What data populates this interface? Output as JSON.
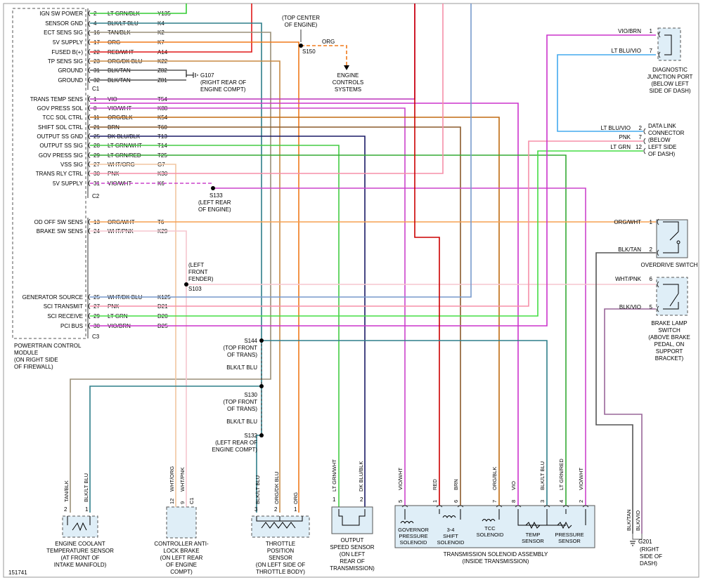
{
  "colors": {
    "ltgrn_blk": "#33cc33",
    "blk_ltblu": "#2f7f8a",
    "tan_blk": "#9a8f78",
    "org": "#f07a1c",
    "red_wht": "#e01818",
    "org_dkblu": "#c88a44",
    "blk_tan": "#555555",
    "vio": "#cc44cc",
    "vio_wht": "#cc44cc",
    "org_blk": "#c06a10",
    "brn": "#8b5a2b",
    "dkblu_blk": "#1a1a66",
    "ltgrn_wht": "#44cc44",
    "ltgrn_red": "#33aa33",
    "wht_org": "#f2c6a0",
    "pnk": "#f58fa8",
    "vio_brn": "#cc33cc",
    "org_wht": "#f5a050",
    "wht_pnk": "#f5c6cf",
    "wht_dkblu": "#7799cc",
    "ltgrn": "#44dd44",
    "ltblu_vio": "#44aaee",
    "red": "#cc0000",
    "blk_vio": "#996699"
  },
  "pcm": {
    "pins": [
      {
        "label": "IGN SW POWER",
        "num": "2",
        "color": "LT GRN/BLK",
        "circuit": "Y135"
      },
      {
        "label": "SENSOR GND",
        "num": "4",
        "color": "BLK/LT BLU",
        "circuit": "K4"
      },
      {
        "label": "ECT SENS SIG",
        "num": "16",
        "color": "TAN/BLK",
        "circuit": "K2"
      },
      {
        "label": "5V SUPPLY",
        "num": "17",
        "color": "ORG",
        "circuit": "K7"
      },
      {
        "label": "FUSED B(+)",
        "num": "22",
        "color": "RED/WHT",
        "circuit": "A14"
      },
      {
        "label": "TP SENS SIG",
        "num": "23",
        "color": "ORG/DK BLU",
        "circuit": "K22"
      },
      {
        "label": "GROUND",
        "num": "31",
        "color": "BLK/TAN",
        "circuit": "Z82"
      },
      {
        "label": "GROUND",
        "num": "32",
        "color": "BLK/TAN",
        "circuit": "Z81"
      },
      {
        "label": "TRANS TEMP SENS",
        "num": "1",
        "color": "VIO",
        "circuit": "T54"
      },
      {
        "label": "GOV PRESS SOL",
        "num": "8",
        "color": "VIO/WHT",
        "circuit": "K88"
      },
      {
        "label": "TCC SOL CTRL",
        "num": "11",
        "color": "ORG/BLK",
        "circuit": "K54"
      },
      {
        "label": "SHIFT SOL CTRL",
        "num": "21",
        "color": "BRN",
        "circuit": "T60"
      },
      {
        "label": "OUTPUT SS GND",
        "num": "25",
        "color": "DK BLU/BLK",
        "circuit": "T13"
      },
      {
        "label": "OUTPUT SS SIG",
        "num": "28",
        "color": "LT GRN/WHT",
        "circuit": "T14"
      },
      {
        "label": "GOV PRESS SIG",
        "num": "29",
        "color": "LT GRN/RED",
        "circuit": "T25"
      },
      {
        "label": "VSS SIG",
        "num": "27",
        "color": "WHT/ORG",
        "circuit": "G7"
      },
      {
        "label": "TRANS RLY CTRL",
        "num": "30",
        "color": "PNK",
        "circuit": "K30"
      },
      {
        "label": "5V SUPPLY",
        "num": "31",
        "color": "VIO/WHT",
        "circuit": "K6"
      },
      {
        "label": "OD OFF SW SENS",
        "num": "13",
        "color": "ORG/WHT",
        "circuit": "T6"
      },
      {
        "label": "BRAKE SW SENS",
        "num": "24",
        "color": "WHT/PNK",
        "circuit": "K29"
      },
      {
        "label": "GENERATOR SOURCE",
        "num": "25",
        "color": "WHT/DK BLU",
        "circuit": "K125"
      },
      {
        "label": "SCI TRANSMIT",
        "num": "27",
        "color": "PNK",
        "circuit": "D21"
      },
      {
        "label": "SCI RECEIVE",
        "num": "29",
        "color": "LT GRN",
        "circuit": "D20"
      },
      {
        "label": "PCI BUS",
        "num": "30",
        "color": "VIO/BRN",
        "circuit": "D25"
      }
    ],
    "conn": [
      "C1",
      "C2",
      "C3"
    ],
    "caption": [
      "POWERTRAIN CONTROL",
      "MODULE",
      "(ON RIGHT SIDE",
      "OF FIREWALL)"
    ]
  },
  "labels": {
    "top_center": [
      "(TOP CENTER",
      "OF ENGINE)"
    ],
    "s150": "S150",
    "org": "ORG",
    "ecs": [
      "ENGINE",
      "CONTROLS",
      "SYSTEMS"
    ],
    "g107": "G107",
    "g107_loc": [
      "(RIGHT REAR OF",
      "ENGINE COMPT)"
    ],
    "s133": "S133",
    "s133_loc": [
      "(LEFT REAR",
      "OF ENGINE)"
    ],
    "s103_loc": [
      "(LEFT",
      "FRONT",
      "FENDER)"
    ],
    "s103": "S103",
    "s144": "S144",
    "s144_loc": [
      "(TOP FRONT",
      "OF TRANS)"
    ],
    "blk_lt_blu": "BLK/LT BLU",
    "s130": "S130",
    "s130_loc": [
      "(TOP FRONT",
      "OF TRANS)"
    ],
    "s132": "S132",
    "s132_loc": [
      "(LEFT REAR OF",
      "ENGINE COMPT)"
    ],
    "djp_wires": [
      "VIO/BRN",
      "LT BLU/VIO"
    ],
    "djp_pins": [
      "1",
      "7"
    ],
    "djp": [
      "DIAGNOSTIC",
      "JUNCTION PORT",
      "(BELOW LEFT",
      "SIDE OF DASH)"
    ],
    "dlc_wires": [
      "LT BLU/VIO",
      "PNK",
      "LT GRN"
    ],
    "dlc_pins": [
      "2",
      "7",
      "12"
    ],
    "dlc": [
      "DATA LINK",
      "CONNECTOR",
      "(BELOW",
      "LEFT SIDE",
      "OF DASH)"
    ],
    "od_wires": [
      "ORG/WHT",
      "BLK/TAN"
    ],
    "od_pins": [
      "1",
      "2"
    ],
    "od": "OVERDRIVE SWITCH",
    "bl_wires": [
      "WHT/PNK",
      "BLK/VIO"
    ],
    "bl_pins": [
      "6",
      "5"
    ],
    "bl": [
      "BRAKE LAMP",
      "SWITCH",
      "(ABOVE BRAKE",
      "PEDAL, ON",
      "SUPPORT",
      "BRACKET)"
    ],
    "g201": "G201",
    "g201_loc": [
      "(RIGHT",
      "SIDE OF",
      "DASH)"
    ],
    "g201_wires": [
      "BLK/TAN",
      "BLK/VIO"
    ],
    "ect_wires": [
      "TAN/BLK",
      "BLK/LT BLU"
    ],
    "ect_pins": [
      "2",
      "1"
    ],
    "ect": [
      "ENGINE COOLANT",
      "TEMPERATURE SENSOR",
      "(AT FRONT OF",
      "INTAKE MANIFOLD)"
    ],
    "cab_wires": [
      "WHT/ORG",
      "WHT/PNK"
    ],
    "cab_pins": [
      "12",
      "9"
    ],
    "cab_conn": "C1",
    "cab": [
      "CONTROLLER ANTI-",
      "LOCK BRAKE",
      "(ON LEFT REAR",
      "OF ENGINE",
      "COMPT)"
    ],
    "tps_wires": [
      "BLK/LT BLU",
      "ORG/DK BLU",
      "ORG"
    ],
    "tps_pins": [
      "3",
      "2",
      "1"
    ],
    "tps": [
      "THROTTLE",
      "POSITION",
      "SENSOR",
      "(ON LEFT SIDE OF",
      "THROTTLE BODY)"
    ],
    "oss_wires": [
      "LT GRN/WHT",
      "DK BLU/BLK"
    ],
    "oss_pins": [
      "1",
      "2"
    ],
    "oss": [
      "OUTPUT",
      "SPEED SENSOR",
      "(ON LEFT",
      "REAR OF",
      "TRANSMISSION)"
    ],
    "tsa_wires": [
      "VIO/WHT",
      "RED",
      "BRN",
      "ORG/BLK",
      "VIO",
      "BLK/LT BLU",
      "LT GRN/RED",
      "VIO/WHT"
    ],
    "tsa_pins": [
      "5",
      "1",
      "6",
      "7",
      "8",
      "3",
      "4",
      "2"
    ],
    "tsa_parts": [
      [
        "GOVERNOR",
        "PRESSURE",
        "SOLENOID"
      ],
      [
        "3-4",
        "SHIFT",
        "SOLENOID"
      ],
      [
        "TCC",
        "SOLENOID"
      ],
      [
        "TEMP",
        "SENSOR"
      ],
      [
        "PRESSURE",
        "SENSOR"
      ]
    ],
    "tsa": [
      "TRANSMISSION SOLENOID ASSEMBLY",
      "(INSIDE TRANSMISSION)"
    ],
    "fig": "151741"
  }
}
